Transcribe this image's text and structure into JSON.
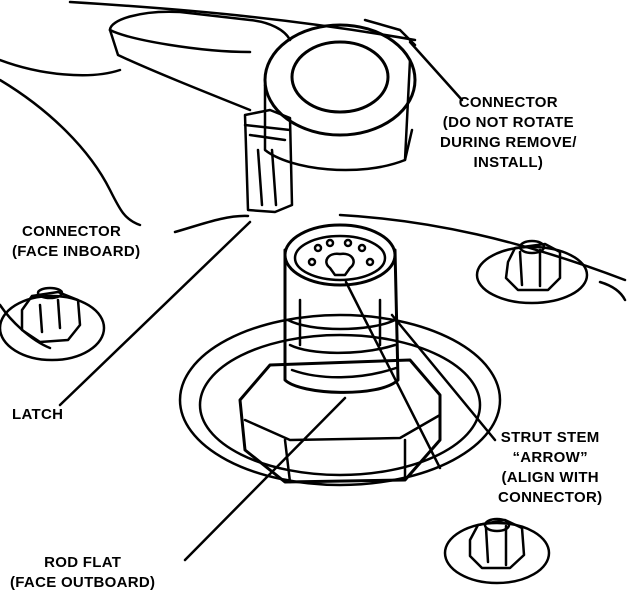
{
  "callouts": {
    "connector_no_rotate": {
      "lines": [
        "CONNECTOR",
        "(DO NOT ROTATE",
        "DURING REMOVE/",
        "INSTALL)"
      ]
    },
    "connector_face_inboard": {
      "lines": [
        "CONNECTOR",
        "(FACE INBOARD)"
      ]
    },
    "latch": {
      "lines": [
        "LATCH"
      ]
    },
    "strut_stem_arrow": {
      "lines": [
        "STRUT STEM",
        "“ARROW”",
        "(ALIGN WITH",
        "CONNECTOR)"
      ]
    },
    "rod_flat": {
      "lines": [
        "ROD FLAT",
        "(FACE OUTBOARD)"
      ]
    }
  },
  "colors": {
    "ink": "#000000",
    "paper": "#ffffff"
  }
}
